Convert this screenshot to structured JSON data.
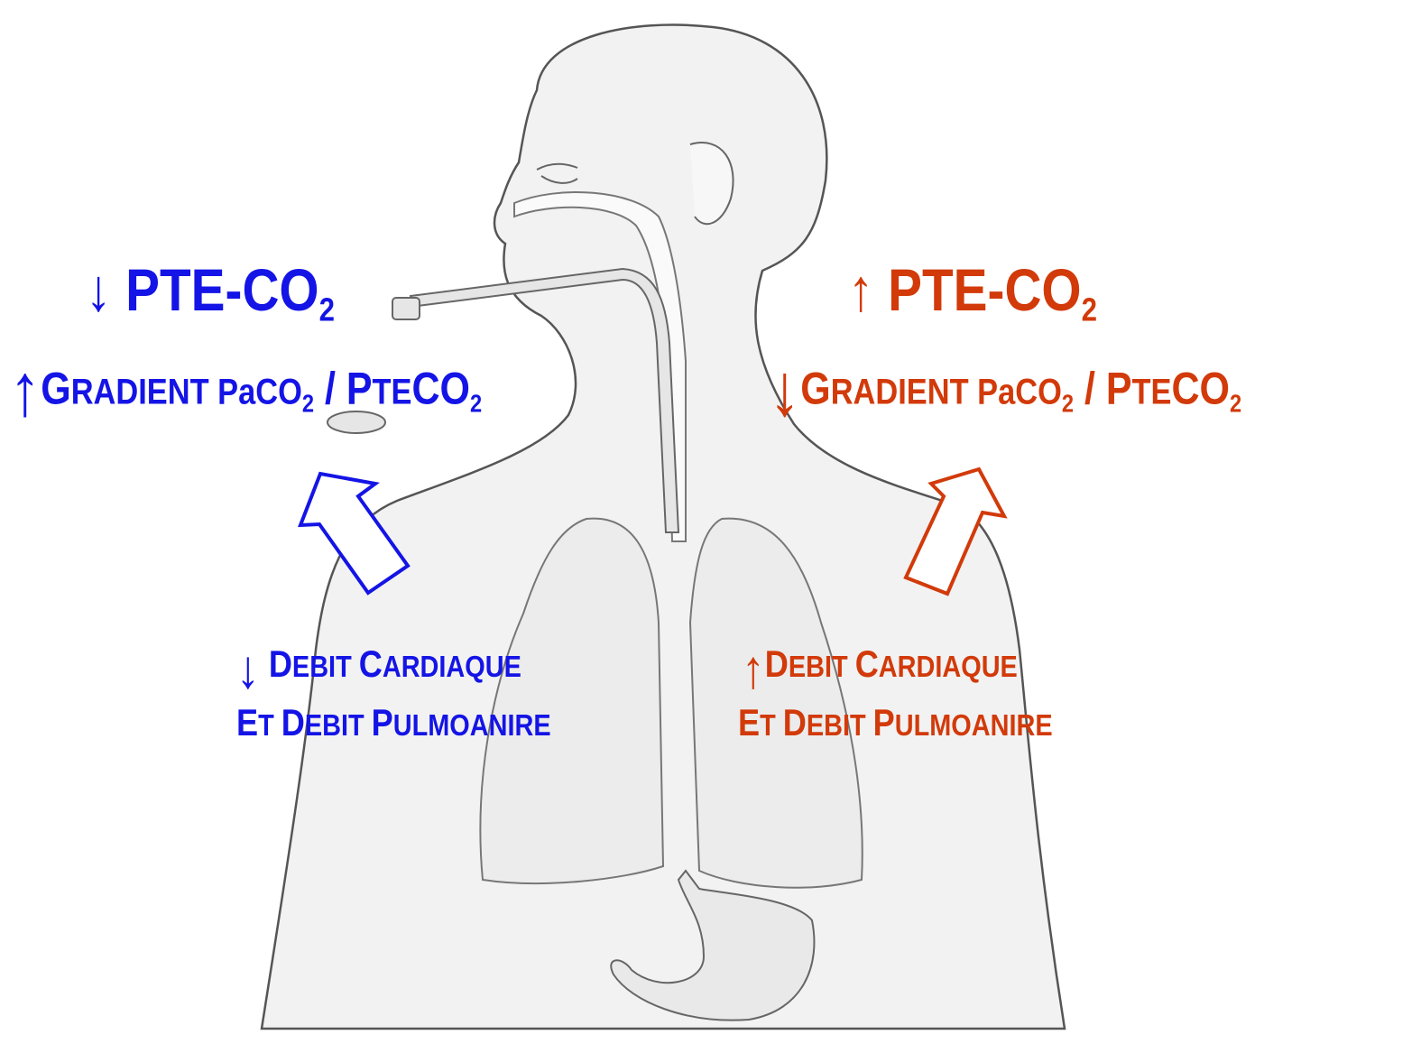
{
  "left": {
    "color": "#1414e6",
    "pte": {
      "arrow": "↓",
      "main": "PTE-CO",
      "sub": "2"
    },
    "gradient": {
      "arrow": "↑",
      "lead": "G",
      "rest": "RADIENT PaCO",
      "sub1": "2",
      "mid": " / P",
      "smallmid": "TE",
      "co": "CO",
      "sub2": "2"
    },
    "debit_line1": {
      "arrow": "↓",
      "lead": "D",
      "rest": "EBIT ",
      "lead2": "C",
      "rest2": "ARDIAQUE"
    },
    "debit_line2": {
      "lead": "E",
      "rest": "T ",
      "lead2": "D",
      "rest2": "EBIT ",
      "lead3": "P",
      "rest3": "ULMOANIRE"
    }
  },
  "right": {
    "color": "#d23a0a",
    "pte": {
      "arrow": "↑",
      "main": "PTE-CO",
      "sub": "2"
    },
    "gradient": {
      "arrow": "↓",
      "lead": "G",
      "rest": "RADIENT PaCO",
      "sub1": "2",
      "mid": " / P",
      "smallmid": "TE",
      "co": "CO",
      "sub2": "2"
    },
    "debit_line1": {
      "arrow": "↑",
      "lead": "D",
      "rest": "EBIT ",
      "lead2": "C",
      "rest2": "ARDIAQUE"
    },
    "debit_line2": {
      "lead": "E",
      "rest": "T ",
      "lead2": "D",
      "rest2": "EBIT ",
      "lead3": "P",
      "rest3": "ULMOANIRE"
    }
  },
  "illustration": {
    "icon": "intubated-patient-anatomy-icon"
  }
}
